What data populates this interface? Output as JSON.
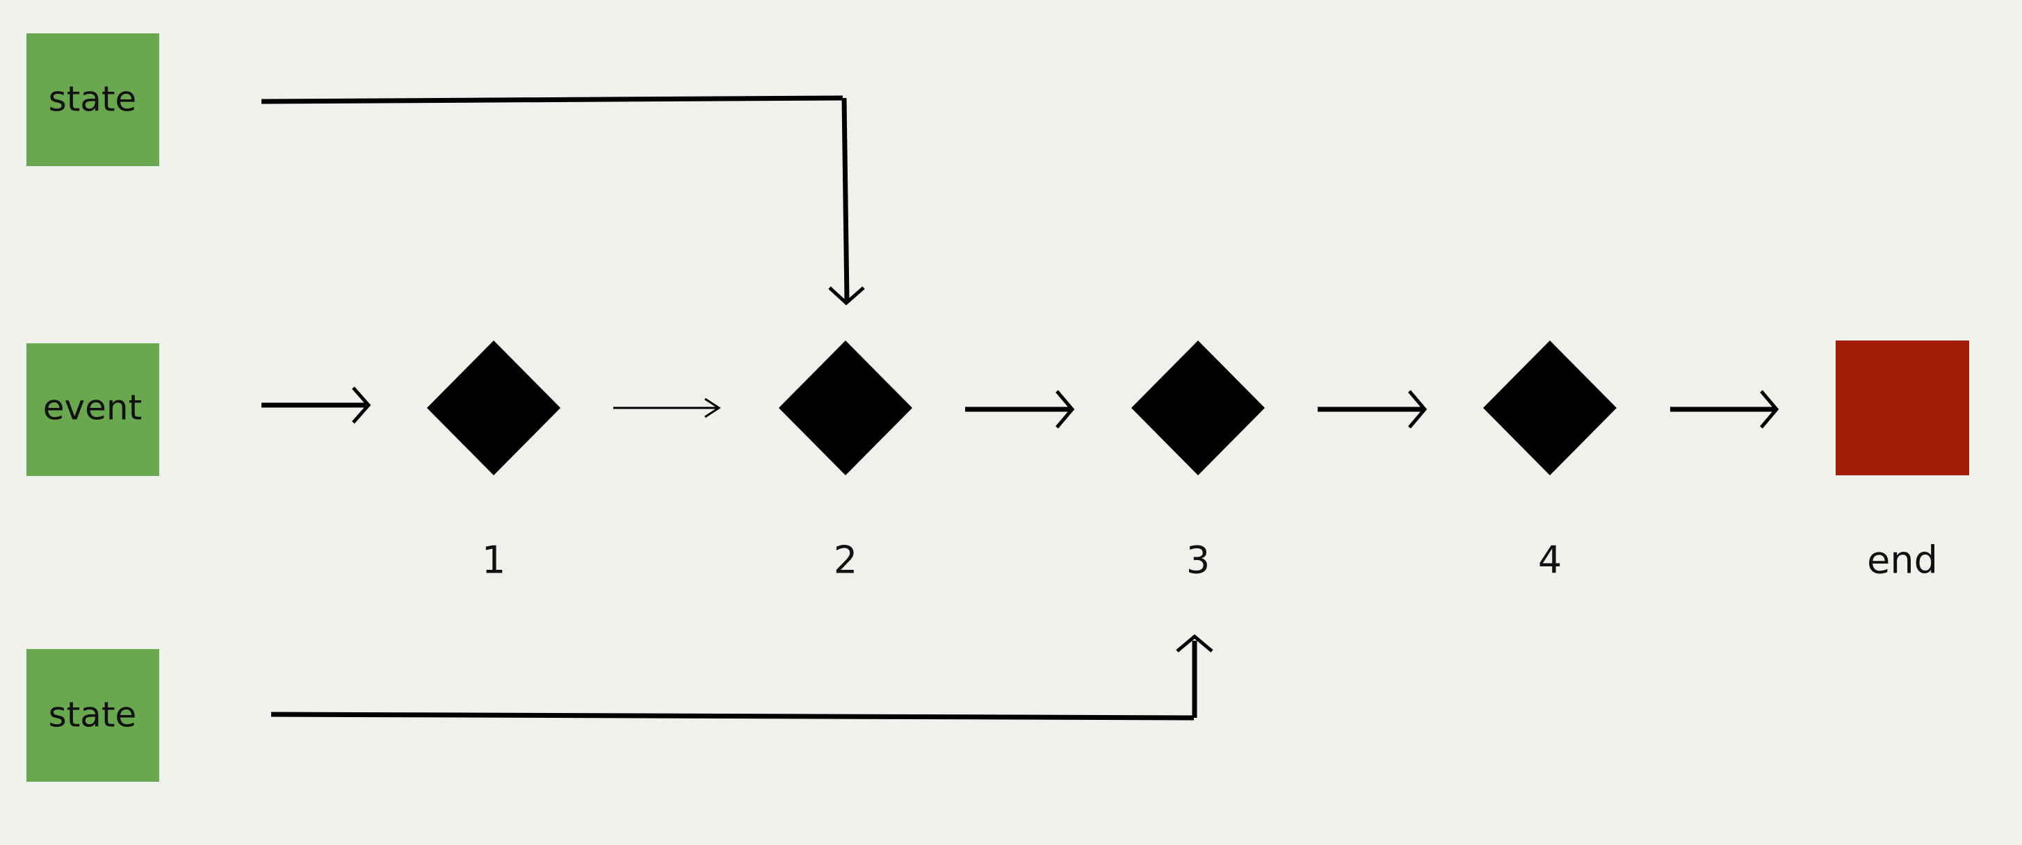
{
  "colors": {
    "background": "#f0f1ec",
    "input_box": "#6aa84f",
    "step_node": "#000000",
    "end_node": "#a31d04",
    "arrow": "#000000",
    "text": "#111111"
  },
  "inputs": {
    "state_top": {
      "label": "state"
    },
    "event": {
      "label": "event"
    },
    "state_bottom": {
      "label": "state"
    }
  },
  "steps": [
    {
      "label": "1",
      "shape": "diamond"
    },
    {
      "label": "2",
      "shape": "diamond"
    },
    {
      "label": "3",
      "shape": "diamond"
    },
    {
      "label": "4",
      "shape": "diamond"
    }
  ],
  "end": {
    "label": "end",
    "shape": "square"
  }
}
